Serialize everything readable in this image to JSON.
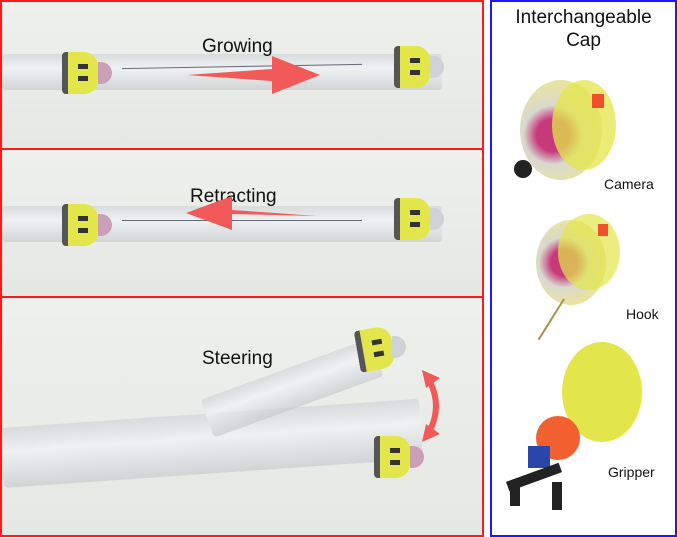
{
  "figure": {
    "left_panels": [
      {
        "label": "Growing",
        "arrow": "right"
      },
      {
        "label": "Retracting",
        "arrow": "left"
      },
      {
        "label": "Steering",
        "arrow": "double-curved"
      }
    ],
    "right_panel": {
      "title_line1": "Interchangeable",
      "title_line2": "Cap",
      "caps": [
        {
          "label": "Camera"
        },
        {
          "label": "Hook"
        },
        {
          "label": "Gripper"
        }
      ]
    },
    "colors": {
      "left_border": "#ff1a1a",
      "right_border": "#1a1aff",
      "arrow": "#f25a5a",
      "cap_yellow": "#e3e64a"
    }
  }
}
